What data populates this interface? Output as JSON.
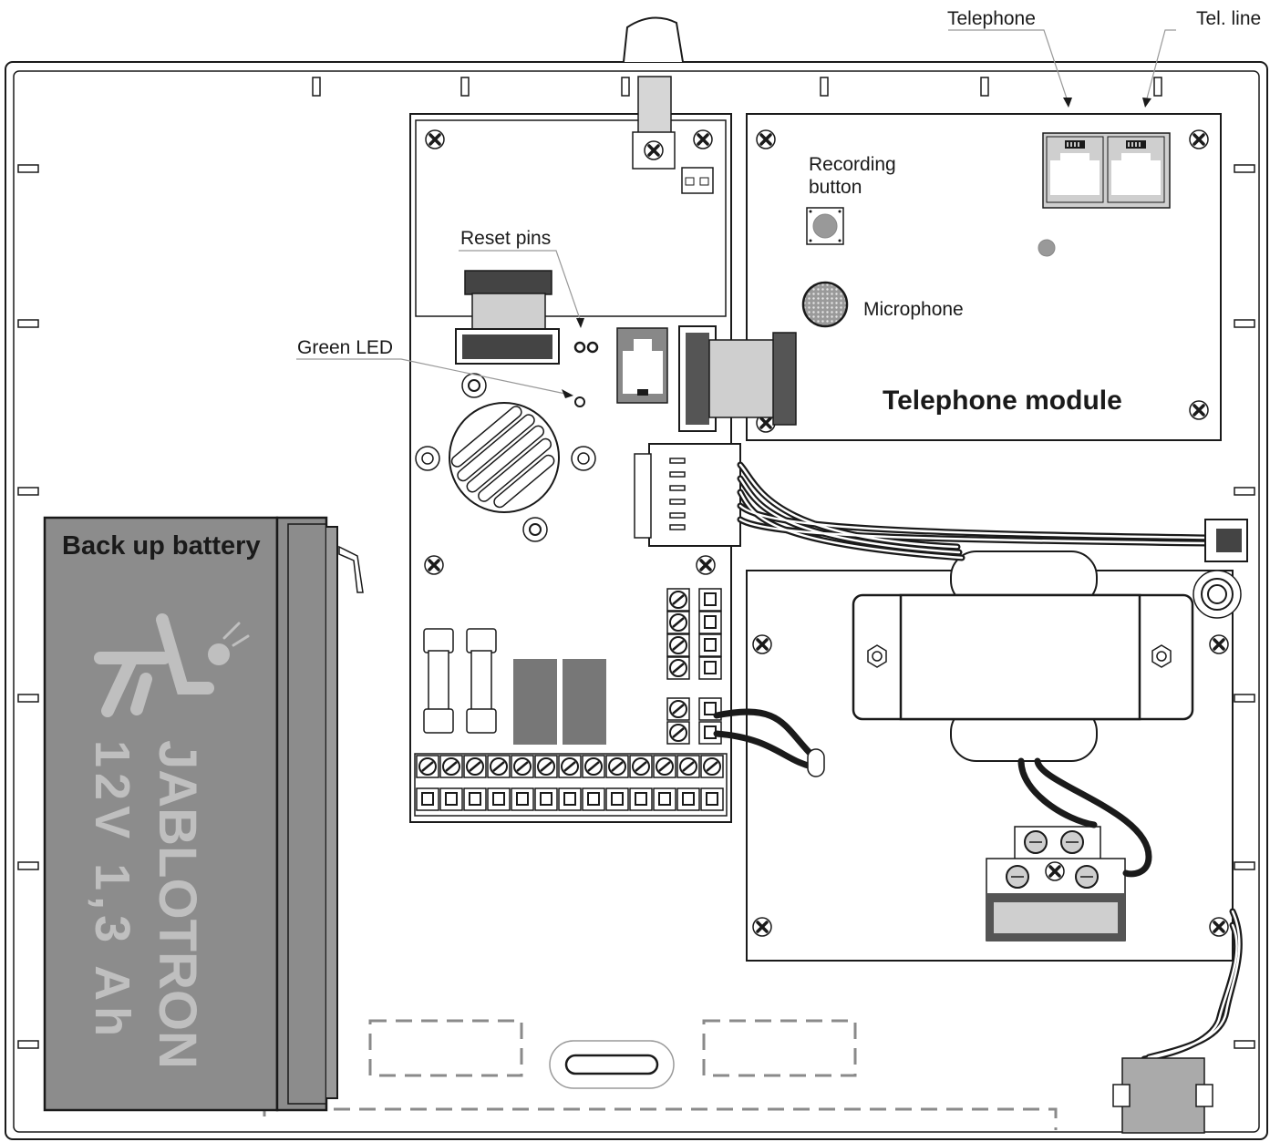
{
  "labels": {
    "telephone": "Telephone",
    "tel_line": "Tel. line",
    "recording_button": [
      "Recording",
      "button"
    ],
    "microphone": "Microphone",
    "telephone_module": "Telephone module",
    "reset_pins": "Reset pins",
    "green_led": "Green LED",
    "backup_battery": "Back up battery"
  },
  "battery": {
    "brand": "JABLOTRON",
    "rating": "12V 1,3 Ah"
  },
  "colors": {
    "line": "#1a1a1a",
    "battery_fill": "#8c8c8c",
    "watermark": "#bfbfbf",
    "relay": "#777777",
    "connector_light": "#cfcfcf",
    "board_fill": "#ffffff"
  },
  "icons": [
    "screw-icon",
    "rj-socket-icon",
    "terminal-screw-icon",
    "led-icon",
    "speaker-grille-icon",
    "fuse-icon"
  ]
}
